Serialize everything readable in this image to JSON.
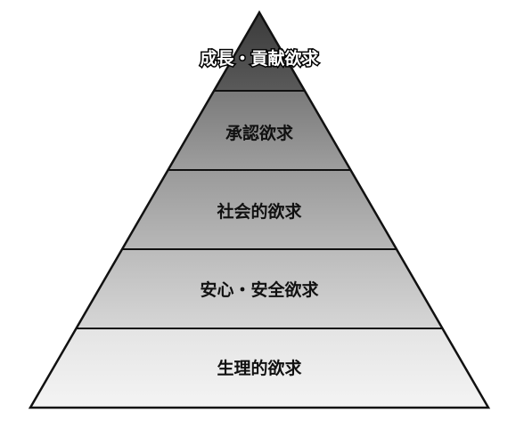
{
  "diagram": {
    "type": "pyramid",
    "tiers_top_to_bottom": [
      {
        "label": "成長・貢献欲求",
        "fill": "#4a4a4a",
        "fill_top": "#3a3a3a",
        "fill_bottom": "#5a5a5a",
        "text_color": "#ffffff"
      },
      {
        "label": "承認欲求",
        "fill": "#8e8e8e",
        "fill_top": "#7a7a7a",
        "fill_bottom": "#9e9e9e",
        "text_color": "#111111"
      },
      {
        "label": "社会的欲求",
        "fill": "#a9a9a9",
        "fill_top": "#9a9a9a",
        "fill_bottom": "#b8b8b8",
        "text_color": "#111111"
      },
      {
        "label": "安心・安全欲求",
        "fill": "#c8c8c8",
        "fill_top": "#bbbbbb",
        "fill_bottom": "#d6d6d6",
        "text_color": "#111111"
      },
      {
        "label": "生理的欲求",
        "fill": "#ececec",
        "fill_top": "#e4e4e4",
        "fill_bottom": "#f4f4f4",
        "text_color": "#111111"
      }
    ],
    "outline_color": "#111111"
  }
}
